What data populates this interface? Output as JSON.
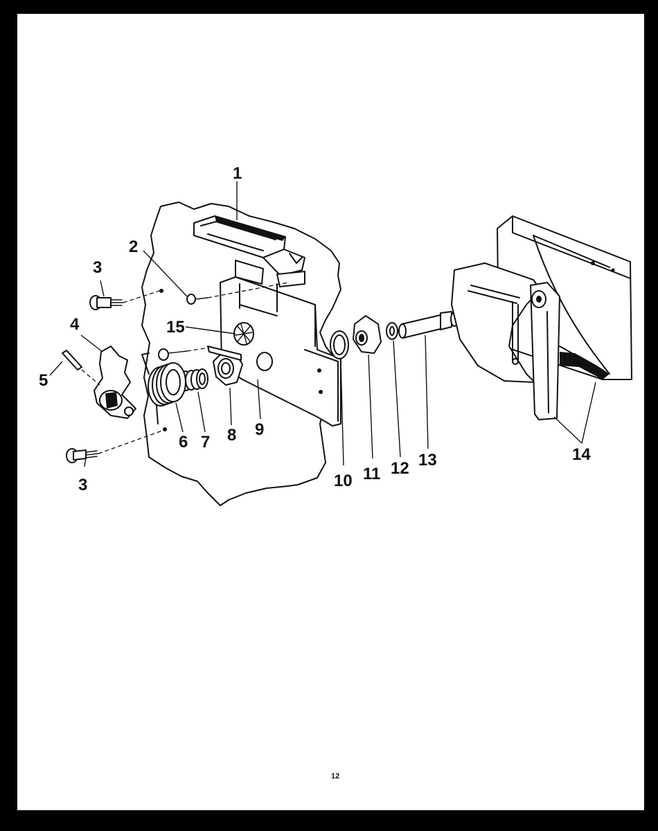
{
  "page_number": "12",
  "callouts": [
    {
      "id": "1",
      "label": "1"
    },
    {
      "id": "2",
      "label": "2"
    },
    {
      "id": "3a",
      "label": "3"
    },
    {
      "id": "3b",
      "label": "3"
    },
    {
      "id": "4",
      "label": "4"
    },
    {
      "id": "5",
      "label": "5"
    },
    {
      "id": "6",
      "label": "6"
    },
    {
      "id": "7",
      "label": "7"
    },
    {
      "id": "8",
      "label": "8"
    },
    {
      "id": "9",
      "label": "9"
    },
    {
      "id": "10",
      "label": "10"
    },
    {
      "id": "11",
      "label": "11"
    },
    {
      "id": "12",
      "label": "12"
    },
    {
      "id": "13",
      "label": "13"
    },
    {
      "id": "14",
      "label": "14"
    },
    {
      "id": "15",
      "label": "15"
    }
  ],
  "colors": {
    "ink": "#111111",
    "paper": "#ffffff",
    "border": "#000000"
  }
}
